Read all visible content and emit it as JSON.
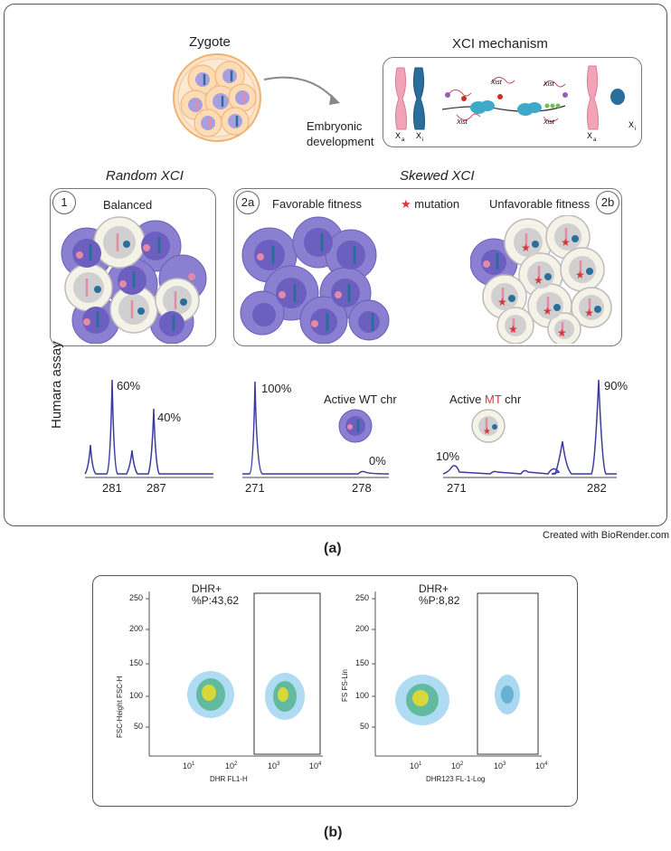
{
  "panel_a": {
    "zygote_label": "Zygote",
    "embryonic_label_1": "Embryonic",
    "embryonic_label_2": "development",
    "xci_mechanism_title": "XCI mechanism",
    "xist_label": "Xist",
    "xa_label": "X",
    "xa_sub": "a",
    "xi_label": "X",
    "xi_sub": "i",
    "random_xci_title": "Random XCI",
    "skewed_xci_title": "Skewed XCI",
    "box1": {
      "number": "1",
      "title": "Balanced"
    },
    "box2a": {
      "number": "2a",
      "title": "Favorable fitness"
    },
    "box2b": {
      "number": "2b",
      "title": "Unfavorable fitness"
    },
    "mutation_label": "mutation",
    "humara_label": "Humara assay",
    "trace1": {
      "peak_labels": [
        "60%",
        "40%"
      ],
      "x_ticks": [
        "281",
        "287"
      ]
    },
    "trace2": {
      "peak_labels": [
        "100%",
        "0%"
      ],
      "x_ticks": [
        "271",
        "278"
      ],
      "legend": "Active WT chr"
    },
    "trace3": {
      "peak_labels": [
        "10%",
        "90%"
      ],
      "x_ticks": [
        "271",
        "282"
      ],
      "legend_pre": "Active ",
      "legend_mt": "MT",
      "legend_post": " chr"
    },
    "credit": "Created with BioRender.com",
    "caption": "(a)"
  },
  "panel_b": {
    "caption": "(b)",
    "plots": [
      {
        "gate_title": "DHR+",
        "gate_value": "%P:43,62",
        "ylabel": "FSC-Height FSC-H",
        "xlabel": "DHR FL1-H",
        "yticks": [
          "250",
          "200",
          "150",
          "100",
          "50"
        ],
        "xticks": [
          "10",
          "10",
          "10",
          "10"
        ],
        "xexp": [
          "1",
          "2",
          "3",
          "4"
        ]
      },
      {
        "gate_title": "DHR+",
        "gate_value": "%P:8,82",
        "ylabel": "FS FS-Lin",
        "xlabel": "DHR123 FL-1-Log",
        "yticks": [
          "250",
          "200",
          "150",
          "100",
          "50"
        ],
        "xticks": [
          "10",
          "10",
          "10",
          "10"
        ],
        "xexp": [
          "1",
          "2",
          "3",
          "4"
        ]
      }
    ]
  },
  "colors": {
    "purple_cell": "#8a7fd1",
    "purple_nucleus": "#6d5fc0",
    "blue_chr": "#2a6e9c",
    "pink_chr": "#e58aa4",
    "trace": "#3a3aa0",
    "mutation": "#d8363a",
    "mt_text": "#d8363a"
  }
}
